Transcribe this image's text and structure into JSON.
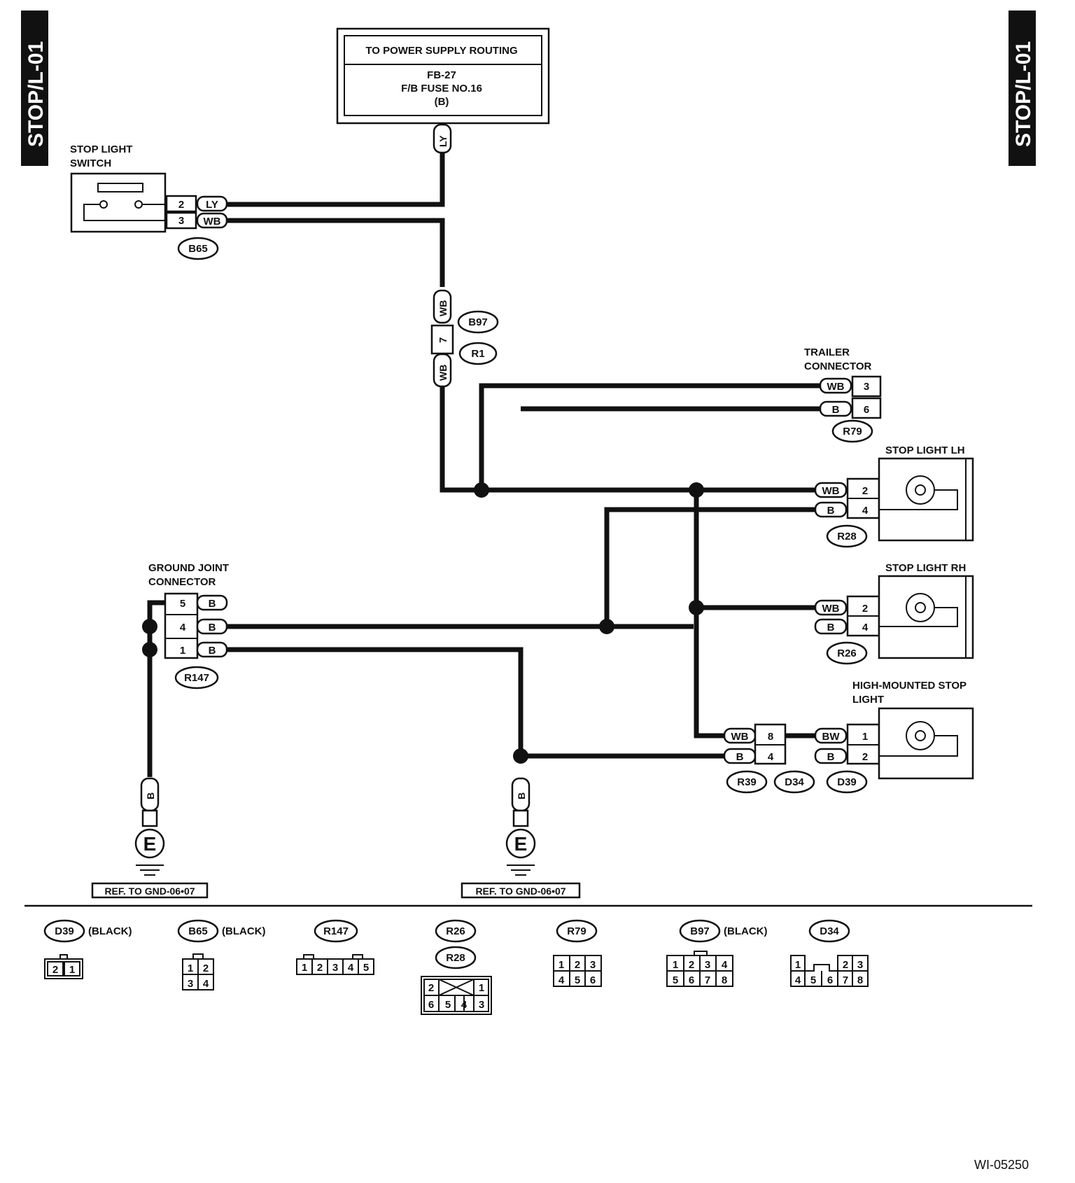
{
  "page_tag": "STOP/L-01",
  "figure_id": "WI-05250",
  "power_box": {
    "title": "TO POWER SUPPLY ROUTING",
    "line1": "FB-27",
    "line2": "F/B FUSE NO.16",
    "line3": "(B)"
  },
  "components": {
    "stop_light_switch": "STOP LIGHT\nSWITCH",
    "trailer_connector": "TRAILER\nCONNECTOR",
    "stop_light_lh": "STOP LIGHT LH",
    "stop_light_rh": "STOP LIGHT RH",
    "ground_joint": "GROUND JOINT\nCONNECTOR",
    "high_mounted": "HIGH-MOUNTED STOP\nLIGHT"
  },
  "wires": {
    "ly": "LY",
    "wb": "WB",
    "b": "B",
    "bw": "BW"
  },
  "connectors": {
    "b65": "B65",
    "b97": "B97",
    "r1": "R1",
    "r79": "R79",
    "r28": "R28",
    "r26": "R26",
    "r147": "R147",
    "r39": "R39",
    "d34": "D34",
    "d39": "D39"
  },
  "pins": {
    "b65": [
      "2",
      "3"
    ],
    "b97_r1": "7",
    "r79": [
      "3",
      "6"
    ],
    "r28": [
      "2",
      "4"
    ],
    "r26": [
      "2",
      "4"
    ],
    "r147": [
      "5",
      "4",
      "1"
    ],
    "r39_d34": [
      "8",
      "4"
    ],
    "d39": [
      "1",
      "2"
    ]
  },
  "ground_symbol": "E",
  "ground_ref": "REF. TO GND-06•07",
  "legend": {
    "d39": {
      "name": "D39",
      "note": "(BLACK)",
      "pins": [
        "2",
        "1"
      ]
    },
    "b65": {
      "name": "B65",
      "note": "(BLACK)",
      "pins": [
        "1",
        "2",
        "3",
        "4"
      ]
    },
    "r147": {
      "name": "R147",
      "pins": [
        "1",
        "2",
        "3",
        "4",
        "5"
      ]
    },
    "r26_r28": {
      "names": [
        "R26",
        "R28"
      ],
      "pins": [
        "2",
        "1",
        "6",
        "5",
        "4",
        "3"
      ]
    },
    "r79": {
      "name": "R79",
      "pins": [
        "1",
        "2",
        "3",
        "4",
        "5",
        "6"
      ]
    },
    "b97": {
      "name": "B97",
      "note": "(BLACK)",
      "pins": [
        "1",
        "2",
        "3",
        "4",
        "5",
        "6",
        "7",
        "8"
      ]
    },
    "d34": {
      "name": "D34",
      "pins": [
        "1",
        "2",
        "3",
        "4",
        "5",
        "6",
        "7",
        "8"
      ]
    }
  }
}
